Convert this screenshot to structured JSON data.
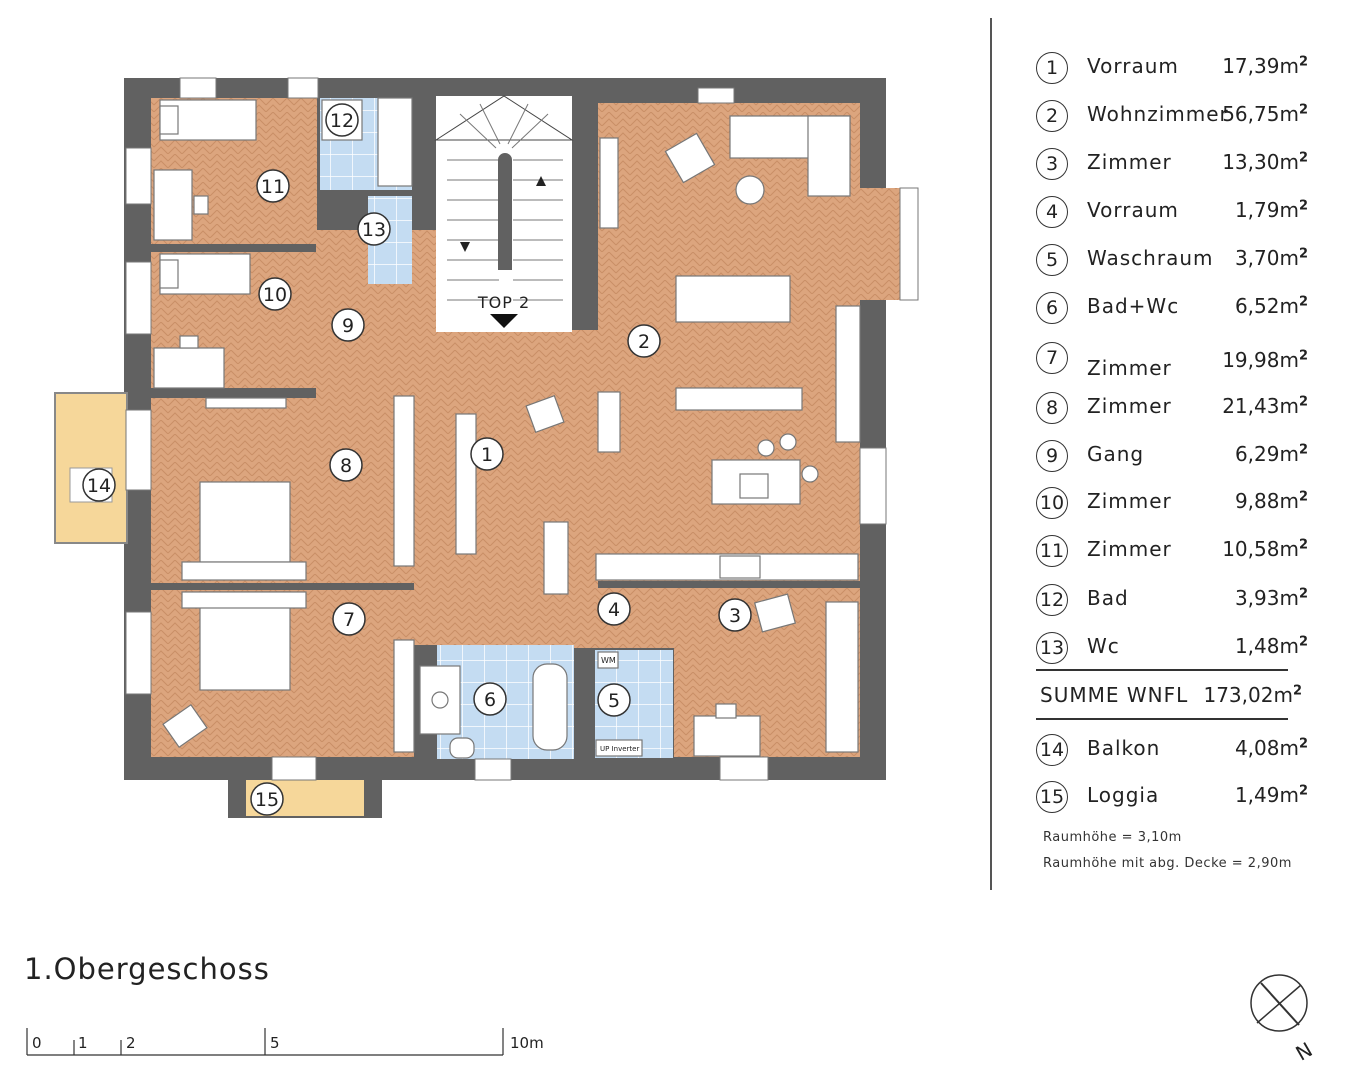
{
  "plan": {
    "stair_label": "TOP 2",
    "wm_label": "WM",
    "heater_label": "UP Inverter",
    "room_markers": [
      "1",
      "2",
      "3",
      "4",
      "5",
      "6",
      "7",
      "8",
      "9",
      "10",
      "11",
      "12",
      "13",
      "14",
      "15"
    ]
  },
  "legend": {
    "rooms": [
      {
        "num": "1",
        "name": "Vorraum",
        "area": "17,39m",
        "sup": "2"
      },
      {
        "num": "2",
        "name": "Wohnzimmer",
        "area": "56,75m",
        "sup": "2"
      },
      {
        "num": "3",
        "name": "Zimmer",
        "area": "13,30m",
        "sup": "2"
      },
      {
        "num": "4",
        "name": "Vorraum",
        "area": "1,79m",
        "sup": "2"
      },
      {
        "num": "5",
        "name": "Waschraum",
        "area": "3,70m",
        "sup": "2"
      },
      {
        "num": "6",
        "name": "Bad+Wc",
        "area": "6,52m",
        "sup": "2"
      },
      {
        "num": "7",
        "name": "Zimmer",
        "area": "19,98m",
        "sup": "2"
      },
      {
        "num": "8",
        "name": "Zimmer",
        "area": "21,43m",
        "sup": "2"
      },
      {
        "num": "9",
        "name": "Gang",
        "area": "6,29m",
        "sup": "2"
      },
      {
        "num": "10",
        "name": "Zimmer",
        "area": "9,88m",
        "sup": "2"
      },
      {
        "num": "11",
        "name": "Zimmer",
        "area": "10,58m",
        "sup": "2"
      },
      {
        "num": "12",
        "name": "Bad",
        "area": "3,93m",
        "sup": "2"
      },
      {
        "num": "13",
        "name": "Wc",
        "area": "1,48m",
        "sup": "2"
      }
    ],
    "sum": {
      "label": "SUMME WNFL",
      "area": "173,02m",
      "sup": "2"
    },
    "outdoor": [
      {
        "num": "14",
        "name": "Balkon",
        "area": "4,08m",
        "sup": "2"
      },
      {
        "num": "15",
        "name": "Loggia",
        "area": "1,49m",
        "sup": "2"
      }
    ],
    "notes": [
      "Raumhöhe = 3,10m",
      "Raumhöhe mit abg. Decke = 2,90m"
    ]
  },
  "floor_title": "1.Obergeschoss",
  "scale_bar": {
    "labels": [
      "0",
      "1",
      "2",
      "5",
      "10m"
    ]
  },
  "compass": {
    "label": "N"
  },
  "colors": {
    "wall": "#616161",
    "parquet": "#dca57e",
    "tile": "#c4dcf2",
    "outdoor": "#f6d79a"
  }
}
